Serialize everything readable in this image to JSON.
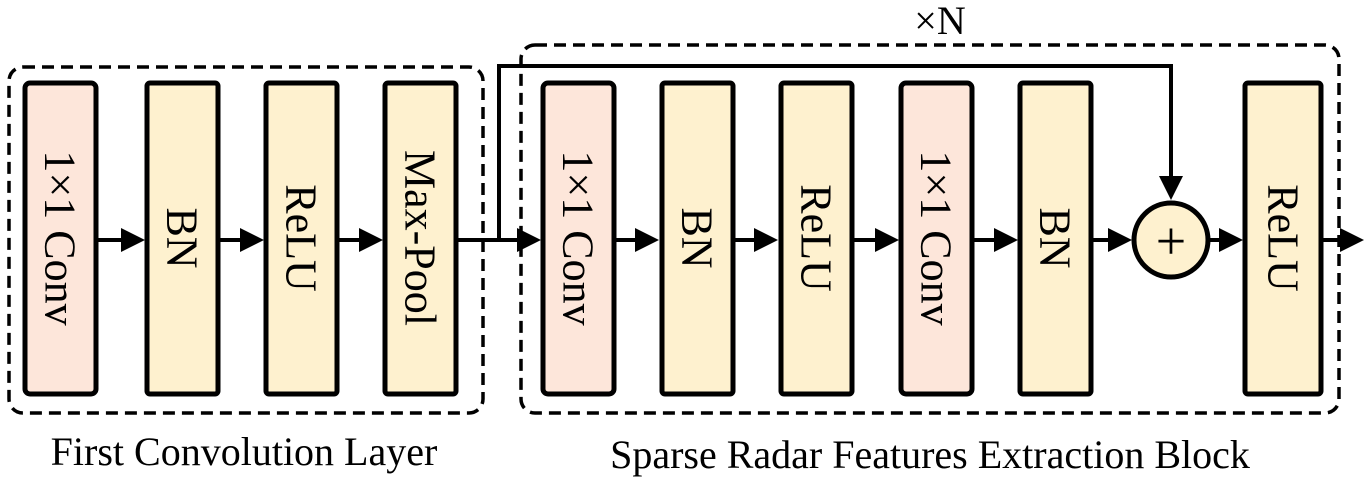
{
  "first_layer": {
    "caption": "First Convolution Layer",
    "blocks": [
      "1×1 Conv",
      "BN",
      "ReLU",
      "Max-Pool"
    ]
  },
  "extraction_block": {
    "caption": "Sparse Radar Features Extraction Block",
    "repeat_label": "×N",
    "blocks": [
      "1×1 Conv",
      "BN",
      "ReLU",
      "1×1 Conv",
      "BN",
      "ReLU"
    ],
    "add_symbol": "+"
  },
  "colors": {
    "conv": "#fde6da",
    "other": "#fef1cf"
  }
}
